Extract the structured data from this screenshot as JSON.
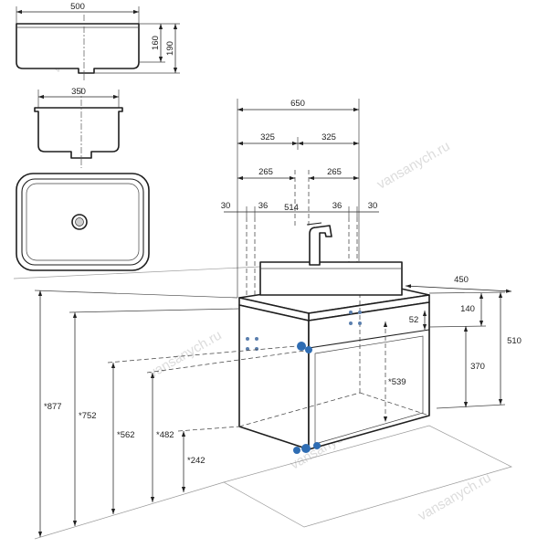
{
  "basin_side_view": {
    "width": "500",
    "bowl_height": "160",
    "total_height": "190"
  },
  "basin_base_view": {
    "base_width": "350"
  },
  "cabinet_width": {
    "total": "650",
    "left_half": "325",
    "right_half": "325",
    "left_offset": "265",
    "right_offset": "265",
    "left_edge": "30",
    "left_gap": "36",
    "inner_span": "514",
    "right_gap": "36",
    "right_edge": "30"
  },
  "cabinet_depth": {
    "depth": "450",
    "drawer_recess": "52"
  },
  "cabinet_height": {
    "top_section": "140",
    "total": "510",
    "lower_section": "370",
    "inner_height": "*539"
  },
  "installation_heights": {
    "h877": "*877",
    "h752": "*752",
    "h562": "*562",
    "h482": "*482",
    "h242": "*242"
  },
  "watermark": "vansanych.ru",
  "colors": {
    "mount_point": "#2f6db3",
    "mount_hole": "#5b7fae",
    "watermark": "#dcdcdc"
  }
}
